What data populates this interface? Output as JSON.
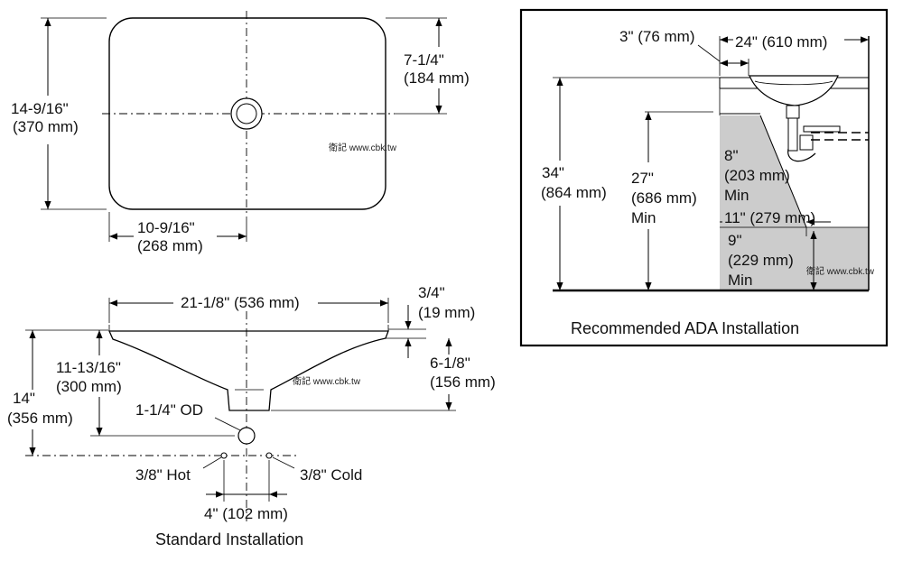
{
  "top_view": {
    "length_in": "14-9/16\"",
    "length_mm": "(370 mm)",
    "half_depth_in": "7-1/4\"",
    "half_depth_mm": "(184 mm)",
    "half_width_in": "10-9/16\"",
    "half_width_mm": "(268 mm)",
    "watermark": "衛記 www.cbk.tw"
  },
  "standard_installation": {
    "overall_width": "21-1/8\" (536 mm)",
    "rim_in": "3/4\"",
    "rim_mm": "(19 mm)",
    "bowl_depth_in": "6-1/8\"",
    "bowl_depth_mm": "(156 mm)",
    "drain_height_in": "11-13/16\"",
    "drain_height_mm": "(300 mm)",
    "total_height_in": "14\"",
    "total_height_mm": "(356 mm)",
    "drain_od": "1-1/4\" OD",
    "hot": "3/8\" Hot",
    "cold": "3/8\" Cold",
    "supply_spacing": "4\" (102 mm)",
    "caption": "Standard Installation",
    "watermark": "衛記 www.cbk.tw"
  },
  "ada_installation": {
    "wall_offset": "3\" (76 mm)",
    "depth": "24\" (610 mm)",
    "height_in": "34\"",
    "height_mm": "(864 mm)",
    "knee_in": "27\"",
    "knee_mm": "(686 mm)",
    "knee_min": "Min",
    "toe_depth_in": "8\"",
    "toe_depth_mm": "(203 mm)",
    "toe_depth_min": "Min",
    "knee_depth": "11\" (279 mm)",
    "toe_height_in": "9\"",
    "toe_height_mm": "(229 mm)",
    "toe_height_min": "Min",
    "caption": "Recommended ADA Installation",
    "watermark": "衛記 www.cbk.tw"
  }
}
